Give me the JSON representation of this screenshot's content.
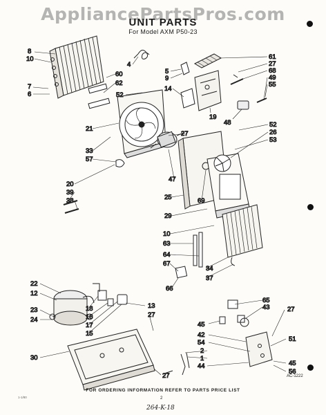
{
  "watermark": "AppliancePartsPros.com",
  "header": {
    "title": "UNIT PARTS",
    "subtitle": "For Model AXM P50-23"
  },
  "footer": {
    "ordering_note": "FOR ORDERING INFORMATION REFER TO PARTS PRICE LIST",
    "page_number": "2",
    "handwritten_note": "264-K-18",
    "ref_code": "AC-1222",
    "tiny_code": "1-1/80"
  },
  "callouts": [
    {
      "id": "c8",
      "text": "8"
    },
    {
      "id": "c10a",
      "text": "10"
    },
    {
      "id": "c7",
      "text": "7"
    },
    {
      "id": "c6",
      "text": "6"
    },
    {
      "id": "c4",
      "text": "4"
    },
    {
      "id": "c60",
      "text": "60"
    },
    {
      "id": "c62",
      "text": "62"
    },
    {
      "id": "c52a",
      "text": "52"
    },
    {
      "id": "c5",
      "text": "5"
    },
    {
      "id": "c9",
      "text": "9"
    },
    {
      "id": "c14",
      "text": "14"
    },
    {
      "id": "c61",
      "text": "61"
    },
    {
      "id": "c27a",
      "text": "27"
    },
    {
      "id": "c68",
      "text": "68"
    },
    {
      "id": "c49",
      "text": "49"
    },
    {
      "id": "c55",
      "text": "55"
    },
    {
      "id": "c19",
      "text": "19"
    },
    {
      "id": "c48",
      "text": "48"
    },
    {
      "id": "c52b",
      "text": "52"
    },
    {
      "id": "c26",
      "text": "26"
    },
    {
      "id": "c53",
      "text": "53"
    },
    {
      "id": "c21",
      "text": "21"
    },
    {
      "id": "c27b",
      "text": "27"
    },
    {
      "id": "c33",
      "text": "33"
    },
    {
      "id": "c57",
      "text": "57"
    },
    {
      "id": "c47",
      "text": "47"
    },
    {
      "id": "c20",
      "text": "20"
    },
    {
      "id": "c39",
      "text": "39"
    },
    {
      "id": "c38",
      "text": "38"
    },
    {
      "id": "c25",
      "text": "25"
    },
    {
      "id": "c69",
      "text": "69"
    },
    {
      "id": "c29",
      "text": "29"
    },
    {
      "id": "c10b",
      "text": "10"
    },
    {
      "id": "c63",
      "text": "63"
    },
    {
      "id": "c64",
      "text": "64"
    },
    {
      "id": "c67",
      "text": "67"
    },
    {
      "id": "c34",
      "text": "34"
    },
    {
      "id": "c37",
      "text": "37"
    },
    {
      "id": "c66",
      "text": "66"
    },
    {
      "id": "c22",
      "text": "22"
    },
    {
      "id": "c12",
      "text": "12"
    },
    {
      "id": "c23",
      "text": "23"
    },
    {
      "id": "c24",
      "text": "24"
    },
    {
      "id": "c18",
      "text": "18"
    },
    {
      "id": "c16",
      "text": "16"
    },
    {
      "id": "c17",
      "text": "17"
    },
    {
      "id": "c15",
      "text": "15"
    },
    {
      "id": "c13",
      "text": "13"
    },
    {
      "id": "c27c",
      "text": "27"
    },
    {
      "id": "c65",
      "text": "65"
    },
    {
      "id": "c43",
      "text": "43"
    },
    {
      "id": "c45a",
      "text": "45"
    },
    {
      "id": "c42",
      "text": "42"
    },
    {
      "id": "c54",
      "text": "54"
    },
    {
      "id": "c2",
      "text": "2"
    },
    {
      "id": "c1",
      "text": "1"
    },
    {
      "id": "c44",
      "text": "44"
    },
    {
      "id": "c27d",
      "text": "27"
    },
    {
      "id": "c51",
      "text": "51"
    },
    {
      "id": "c45b",
      "text": "45"
    },
    {
      "id": "c56",
      "text": "56"
    },
    {
      "id": "c30",
      "text": "30"
    },
    {
      "id": "c27e",
      "text": "27"
    }
  ]
}
